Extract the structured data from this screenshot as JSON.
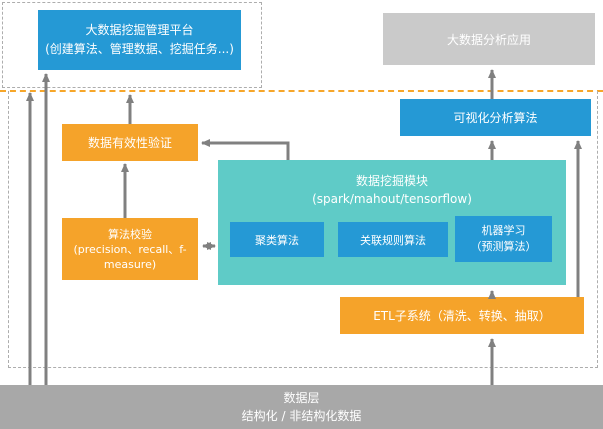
{
  "management_platform": {
    "title": "大数据挖掘管理平台",
    "subtitle": "(创建算法、管理数据、挖掘任务...)"
  },
  "analysis_app": {
    "label": "大数据分析应用"
  },
  "visualization": {
    "label": "可视化分析算法"
  },
  "data_validity": {
    "label": "数据有效性验证"
  },
  "mining_module": {
    "title": "数据挖掘模块",
    "subtitle": "(spark/mahout/tensorflow)",
    "algorithms": [
      {
        "label": "聚类算法"
      },
      {
        "label": "关联规则算法"
      },
      {
        "label": "机器学习",
        "sublabel": "（预测算法）"
      }
    ]
  },
  "algorithm_check": {
    "title": "算法校验",
    "subtitle": "(precision、recall、f-measure)"
  },
  "etl": {
    "label": "ETL子系统（清洗、转换、抽取）"
  },
  "data_layer": {
    "title": "数据层",
    "subtitle": "结构化 / 非结构化数据"
  },
  "colors": {
    "blue": "#2599D5",
    "teal": "#5FCBC7",
    "orange": "#F5A32A",
    "light_gray_box": "#CACACA",
    "dark_gray_box": "#A8A8A8",
    "arrow": "#808080",
    "dashed_border": "#ADADAD",
    "orange_dashed_line": "#F6A62A"
  }
}
